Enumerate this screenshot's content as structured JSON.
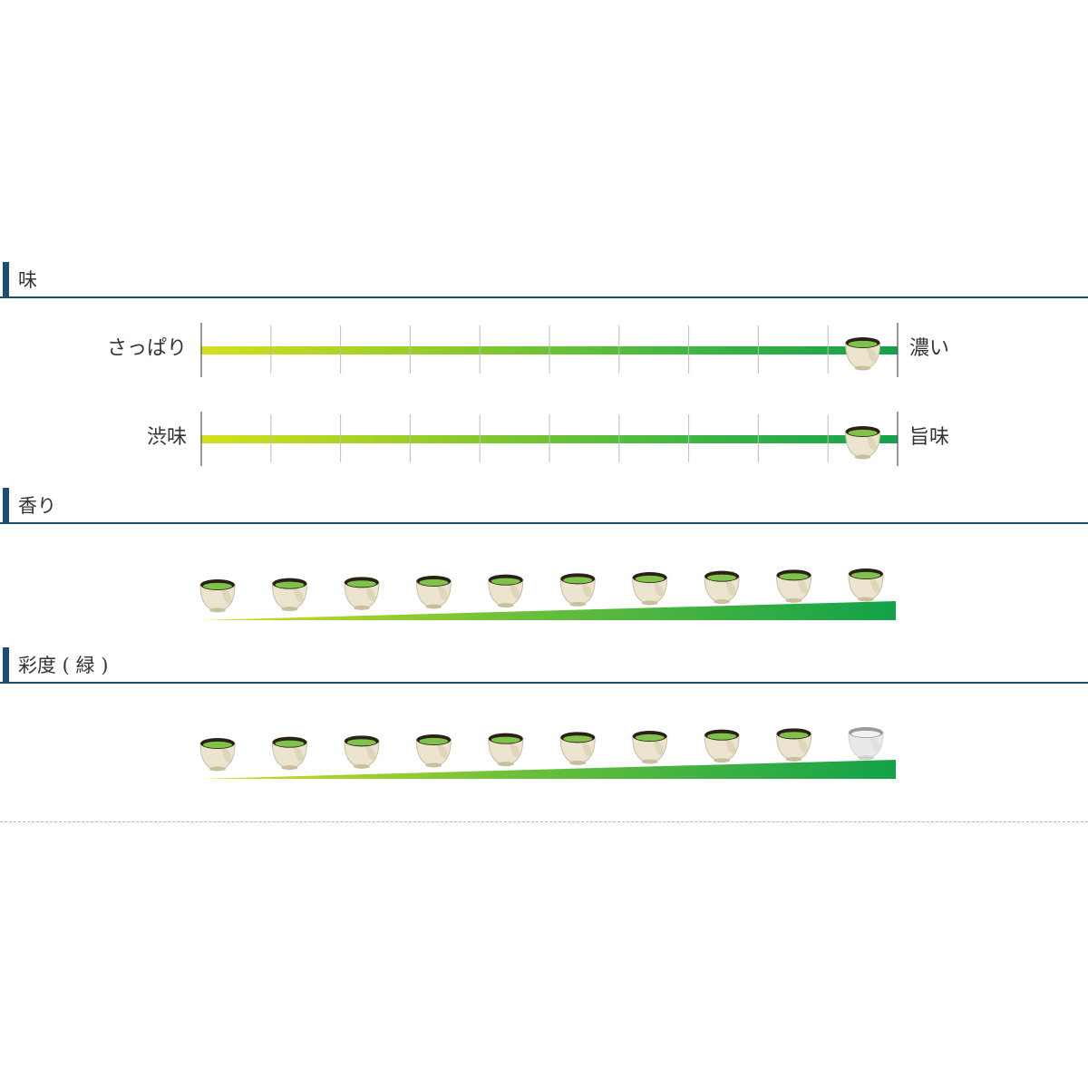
{
  "sections": {
    "taste": {
      "title": "味"
    },
    "aroma": {
      "title": "香り"
    },
    "color": {
      "title": "彩度 ( 緑 )"
    }
  },
  "taste_scales": [
    {
      "left_label": "さっぱり",
      "right_label": "濃い",
      "steps": 10,
      "value": 10
    },
    {
      "left_label": "渋味",
      "right_label": "旨味",
      "steps": 10,
      "value": 10
    }
  ],
  "aroma_level": {
    "steps": 10,
    "filled": 10
  },
  "color_level": {
    "steps": 10,
    "filled": 9
  },
  "colors": {
    "accent": "#1d4e72",
    "gradient_start": "#d4e01c",
    "gradient_end": "#12a24a",
    "tea_liquid": "#7ec24a",
    "cup": "#ece4cf",
    "cup_dark": "#2a2016",
    "cup_empty": "#e9e9e9"
  },
  "icons": {
    "cup": "teacup-icon",
    "empty_cup": "empty-teacup-icon"
  }
}
